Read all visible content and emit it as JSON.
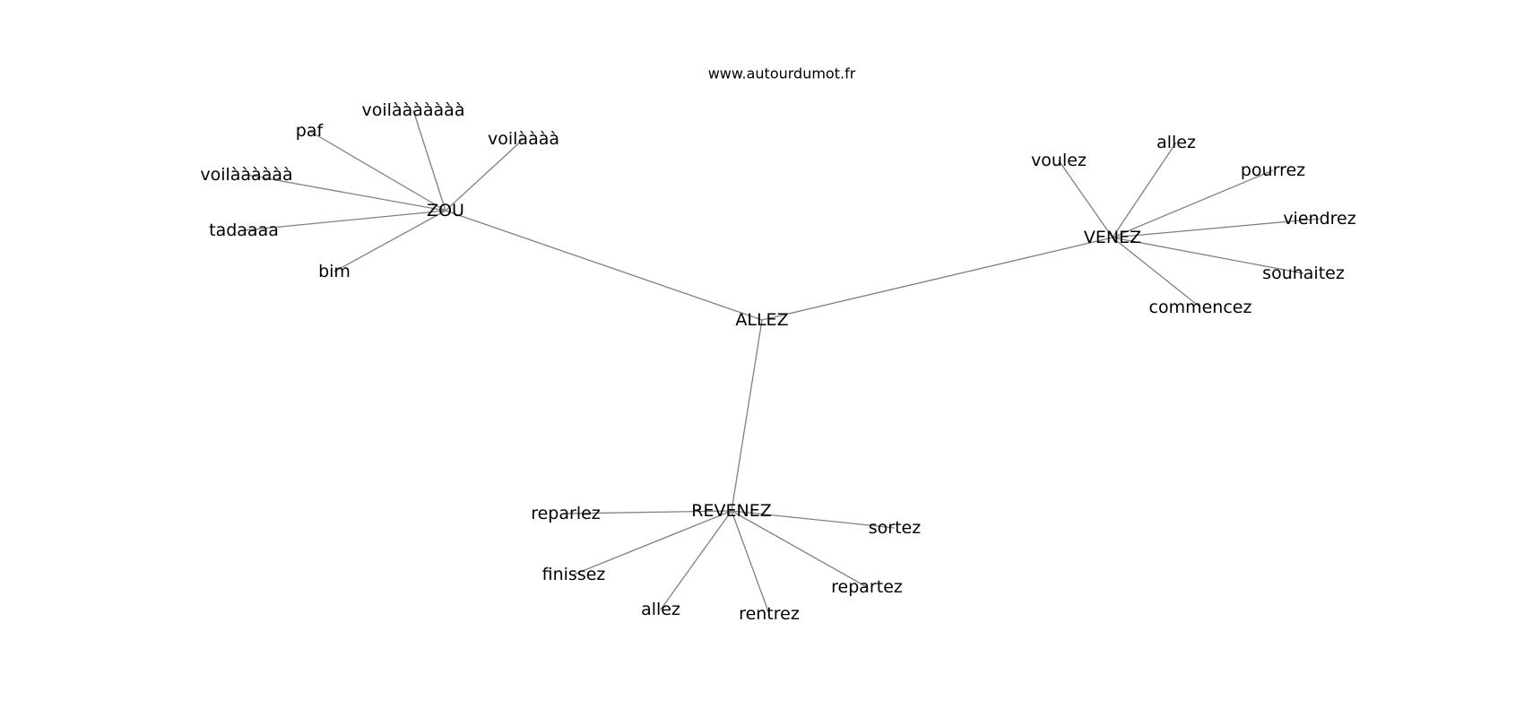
{
  "site": "www.autourdumot.fr",
  "center": "ALLEZ",
  "clusters": [
    {
      "hub": "ZOU",
      "leaves": [
        "voilààààààà",
        "voilàààà",
        "paf",
        "voilàààààà",
        "tadaaaa",
        "bim"
      ]
    },
    {
      "hub": "VENEZ",
      "leaves": [
        "voulez",
        "allez",
        "pourrez",
        "viendrez",
        "souhaitez",
        "commencez"
      ]
    },
    {
      "hub": "REVENEZ",
      "leaves": [
        "reparlez",
        "sortez",
        "finissez",
        "allez",
        "rentrez",
        "repartez"
      ]
    }
  ]
}
